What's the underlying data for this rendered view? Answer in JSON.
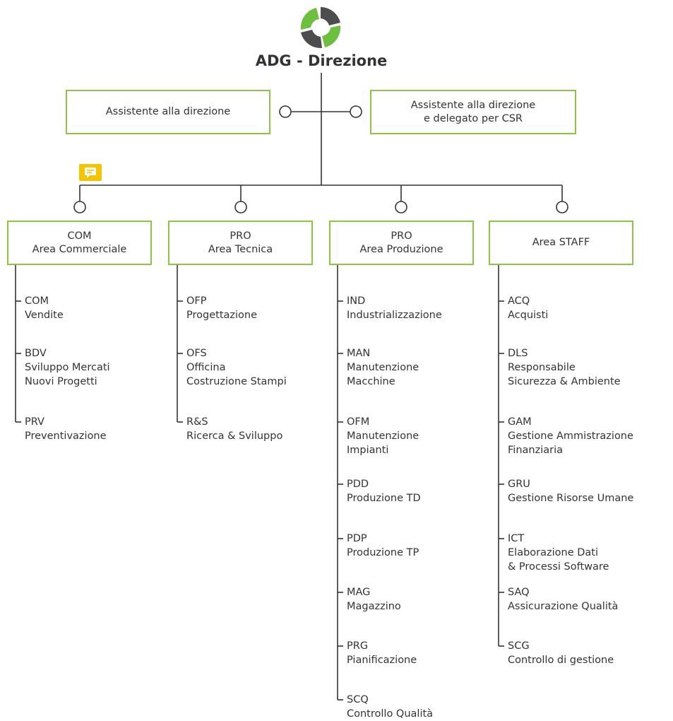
{
  "top": {
    "title": "ADG - Direzione"
  },
  "assistants": [
    {
      "lines": [
        "Assistente alla direzione"
      ]
    },
    {
      "lines": [
        "Assistente alla direzione",
        "e delegato per CSR"
      ]
    }
  ],
  "areas": [
    {
      "lines": [
        "COM",
        "Area Commerciale"
      ],
      "items": [
        {
          "lines": [
            "COM",
            "Vendite"
          ]
        },
        {
          "lines": [
            "BDV",
            "Sviluppo Mercati",
            "Nuovi Progetti"
          ]
        },
        {
          "lines": [
            "PRV",
            "Preventivazione"
          ]
        }
      ]
    },
    {
      "lines": [
        "PRO",
        "Area Tecnica"
      ],
      "items": [
        {
          "lines": [
            "OFP",
            "Progettazione"
          ]
        },
        {
          "lines": [
            "OFS",
            "Officina",
            "Costruzione Stampi"
          ]
        },
        {
          "lines": [
            "R&S",
            "Ricerca & Sviluppo"
          ]
        }
      ]
    },
    {
      "lines": [
        "PRO",
        "Area Produzione"
      ],
      "items": [
        {
          "lines": [
            "IND",
            "Industrializzazione"
          ]
        },
        {
          "lines": [
            "MAN",
            "Manutenzione",
            "Macchine"
          ]
        },
        {
          "lines": [
            "OFM",
            "Manutenzione",
            "Impianti"
          ]
        },
        {
          "lines": [
            "PDD",
            "Produzione TD"
          ]
        },
        {
          "lines": [
            "PDP",
            "Produzione TP"
          ]
        },
        {
          "lines": [
            "MAG",
            "Magazzino"
          ]
        },
        {
          "lines": [
            "PRG",
            "Pianificazione"
          ]
        },
        {
          "lines": [
            "SCQ",
            "Controllo Qualità"
          ]
        }
      ]
    },
    {
      "lines": [
        "Area STAFF"
      ],
      "items": [
        {
          "lines": [
            "ACQ",
            "Acquisti"
          ]
        },
        {
          "lines": [
            "DLS",
            "Responsabile",
            "Sicurezza & Ambiente"
          ]
        },
        {
          "lines": [
            "GAM",
            "Gestione Ammistrazione",
            "Finanziaria"
          ]
        },
        {
          "lines": [
            "GRU",
            "Gestione Risorse Umane"
          ]
        },
        {
          "lines": [
            "ICT",
            "Elaborazione Dati",
            "& Processi Software"
          ]
        },
        {
          "lines": [
            "SAQ",
            "Assicurazione Qualità"
          ]
        },
        {
          "lines": [
            "SCG",
            "Controllo di gestione"
          ]
        }
      ]
    }
  ],
  "colors": {
    "box_border": "#8cc63f",
    "line": "#333333",
    "logo_green": "#6dbf3e",
    "logo_gray": "#4d4d4d",
    "comment": "#f5c400"
  },
  "icons": {
    "logo": "logo-icon",
    "comment": "comment-icon"
  }
}
